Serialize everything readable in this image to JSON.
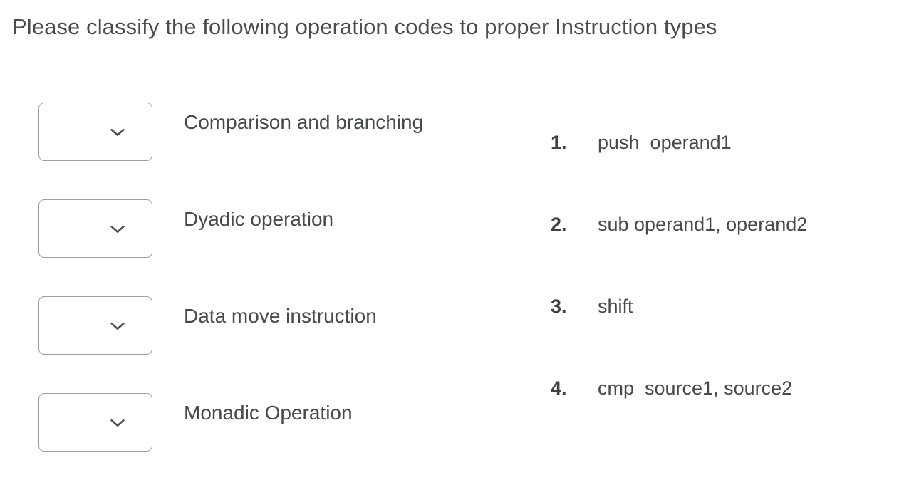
{
  "page": {
    "title": "Please classify the following operation codes to proper Instruction types",
    "background_color": "#ffffff",
    "text_color": "#474a4c",
    "border_color": "#9b9ea1"
  },
  "match_items": [
    {
      "label": "Comparison and branching",
      "dropdown": {
        "name": "instruction-type-select-1",
        "selected_value": "",
        "icon": "chevron-down-icon"
      }
    },
    {
      "label": "Dyadic operation",
      "dropdown": {
        "name": "instruction-type-select-2",
        "selected_value": "",
        "icon": "chevron-down-icon"
      }
    },
    {
      "label": "Data move instruction",
      "dropdown": {
        "name": "instruction-type-select-3",
        "selected_value": "",
        "icon": "chevron-down-icon"
      }
    },
    {
      "label": "Monadic Operation",
      "dropdown": {
        "name": "instruction-type-select-4",
        "selected_value": "",
        "icon": "chevron-down-icon"
      }
    }
  ],
  "options": [
    {
      "number": "1.",
      "text": "push  operand1"
    },
    {
      "number": "2.",
      "text": "sub operand1, operand2"
    },
    {
      "number": "3.",
      "text": "shift"
    },
    {
      "number": "4.",
      "text": "cmp  source1, source2"
    }
  ]
}
